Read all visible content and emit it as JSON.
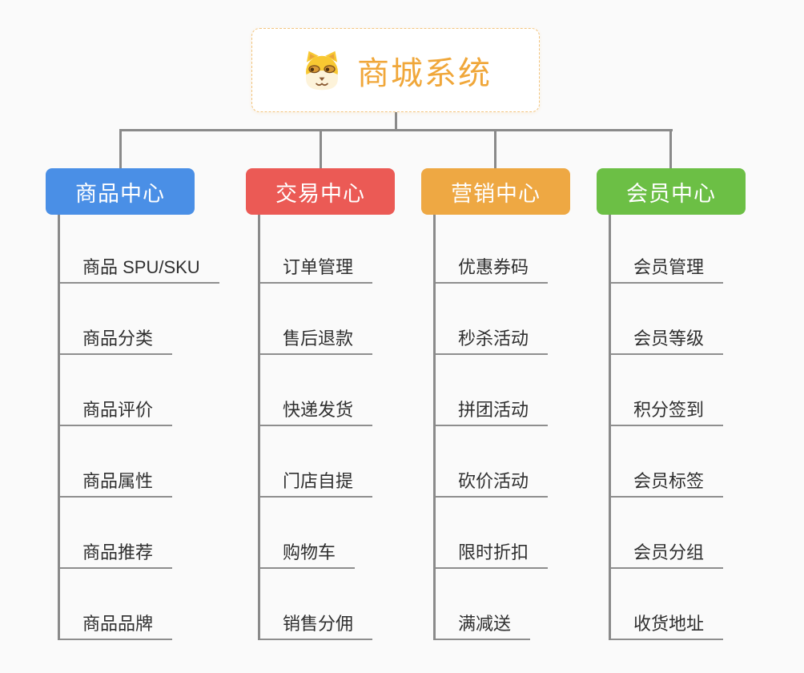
{
  "page": {
    "background_color": "#fafafa",
    "connector_color": "#8a8a8a",
    "item_text_color": "#2f2f2f"
  },
  "root": {
    "title": "商城系统",
    "icon": "dog-face-icon",
    "text_color": "#f0a73a",
    "border_color": "#f3c57f"
  },
  "branches": [
    {
      "label": "商品中心",
      "color": "#4a8fe6",
      "children": [
        "商品 SPU/SKU",
        "商品分类",
        "商品评价",
        "商品属性",
        "商品推荐",
        "商品品牌"
      ]
    },
    {
      "label": "交易中心",
      "color": "#eb5a55",
      "children": [
        "订单管理",
        "售后退款",
        "快递发货",
        "门店自提",
        "购物车",
        "销售分佣"
      ]
    },
    {
      "label": "营销中心",
      "color": "#eea843",
      "children": [
        "优惠券码",
        "秒杀活动",
        "拼团活动",
        "砍价活动",
        "限时折扣",
        "满减送"
      ]
    },
    {
      "label": "会员中心",
      "color": "#6cbf45",
      "children": [
        "会员管理",
        "会员等级",
        "积分签到",
        "会员标签",
        "会员分组",
        "收货地址"
      ]
    }
  ]
}
